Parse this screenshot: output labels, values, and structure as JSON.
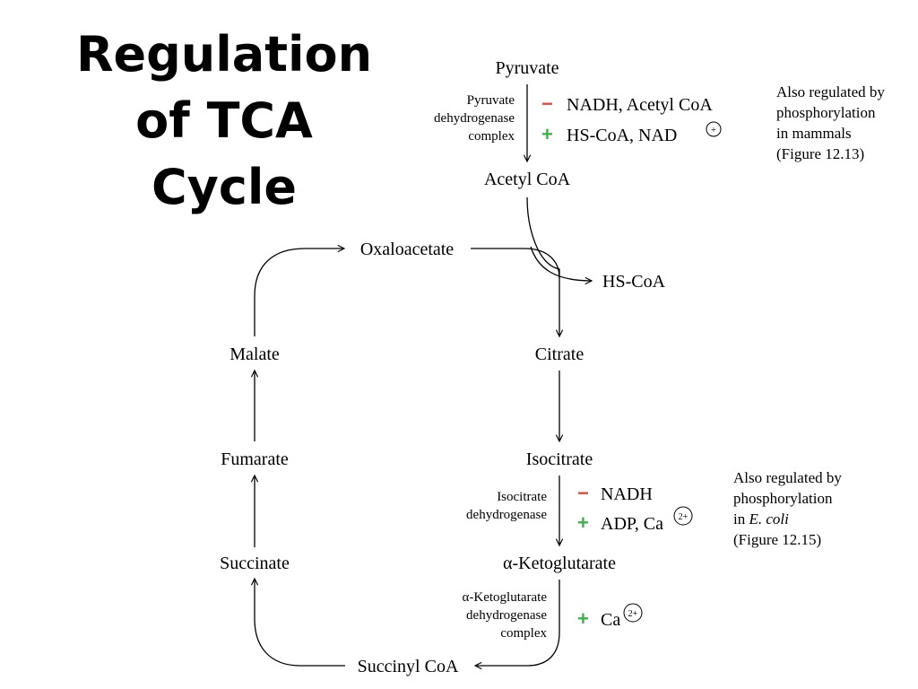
{
  "title_lines": [
    "Regulation",
    "of TCA",
    "Cycle"
  ],
  "colors": {
    "inhibit": "#e8473c",
    "activate": "#3cb34a"
  },
  "molecules": {
    "pyruvate": "Pyruvate",
    "acetyl_coa": "Acetyl CoA",
    "hs_coa": "HS-CoA",
    "oxaloacetate": "Oxaloacetate",
    "citrate": "Citrate",
    "isocitrate": "Isocitrate",
    "ketoglutarate": "α-Ketoglutarate",
    "succinyl_coa": "Succinyl CoA",
    "succinate": "Succinate",
    "fumarate": "Fumarate",
    "malate": "Malate"
  },
  "enzymes": {
    "pdh": [
      "Pyruvate",
      "dehydrogenase",
      "complex"
    ],
    "idh": [
      "Isocitrate",
      "dehydrogenase"
    ],
    "akgdh": [
      "α-Ketoglutarate",
      "dehydrogenase",
      "complex"
    ]
  },
  "effectors": {
    "pdh_inhibit_sign": "−",
    "pdh_inhibit": "NADH, Acetyl CoA",
    "pdh_activate_sign": "+",
    "pdh_activate": "HS-CoA, NAD",
    "pdh_activate_sup": "+",
    "idh_inhibit_sign": "−",
    "idh_inhibit": "NADH",
    "idh_activate_sign": "+",
    "idh_activate": "ADP, Ca",
    "idh_activate_sup": "2+",
    "akgdh_activate_sign": "+",
    "akgdh_activate": "Ca",
    "akgdh_activate_sup": "2+"
  },
  "notes": {
    "pdh": [
      "Also regulated by",
      "phosphorylation",
      "in mammals",
      "(Figure 12.13)"
    ],
    "idh_line1": "Also regulated by",
    "idh_line2": "phosphorylation",
    "idh_line3_prefix": "in ",
    "idh_line3_italic": "E. coli",
    "idh_line4": "(Figure 12.15)"
  }
}
